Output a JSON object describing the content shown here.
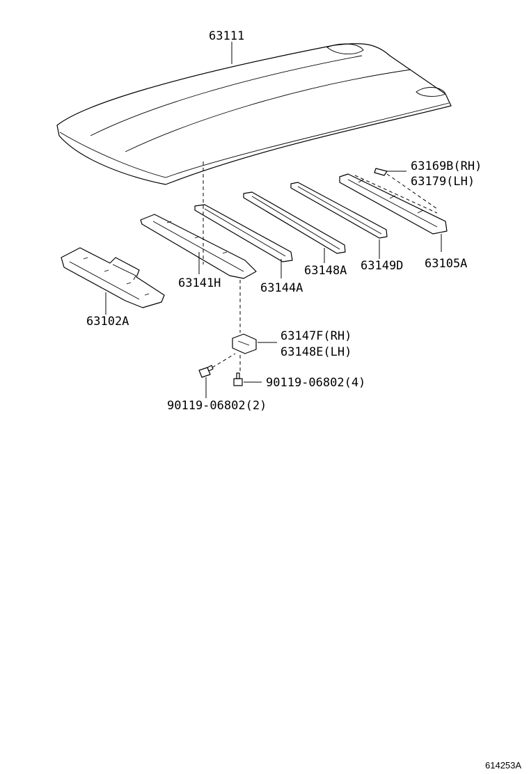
{
  "labels": {
    "roof_panel": "63111",
    "rail_rh": "63169B(RH)",
    "rail_lh": "63179(LH)",
    "bow_rear": "63105A",
    "bow_63149": "63149D",
    "bow_63148": "63148A",
    "bow_63144": "63144A",
    "bow_63141": "63141H",
    "front_header": "63102A",
    "bracket_rh": "63147F(RH)",
    "bracket_lh": "63148E(LH)",
    "bolt_4": "90119-06802(4)",
    "bolt_2": "90119-06802(2)"
  },
  "illustration_code": "614253A"
}
